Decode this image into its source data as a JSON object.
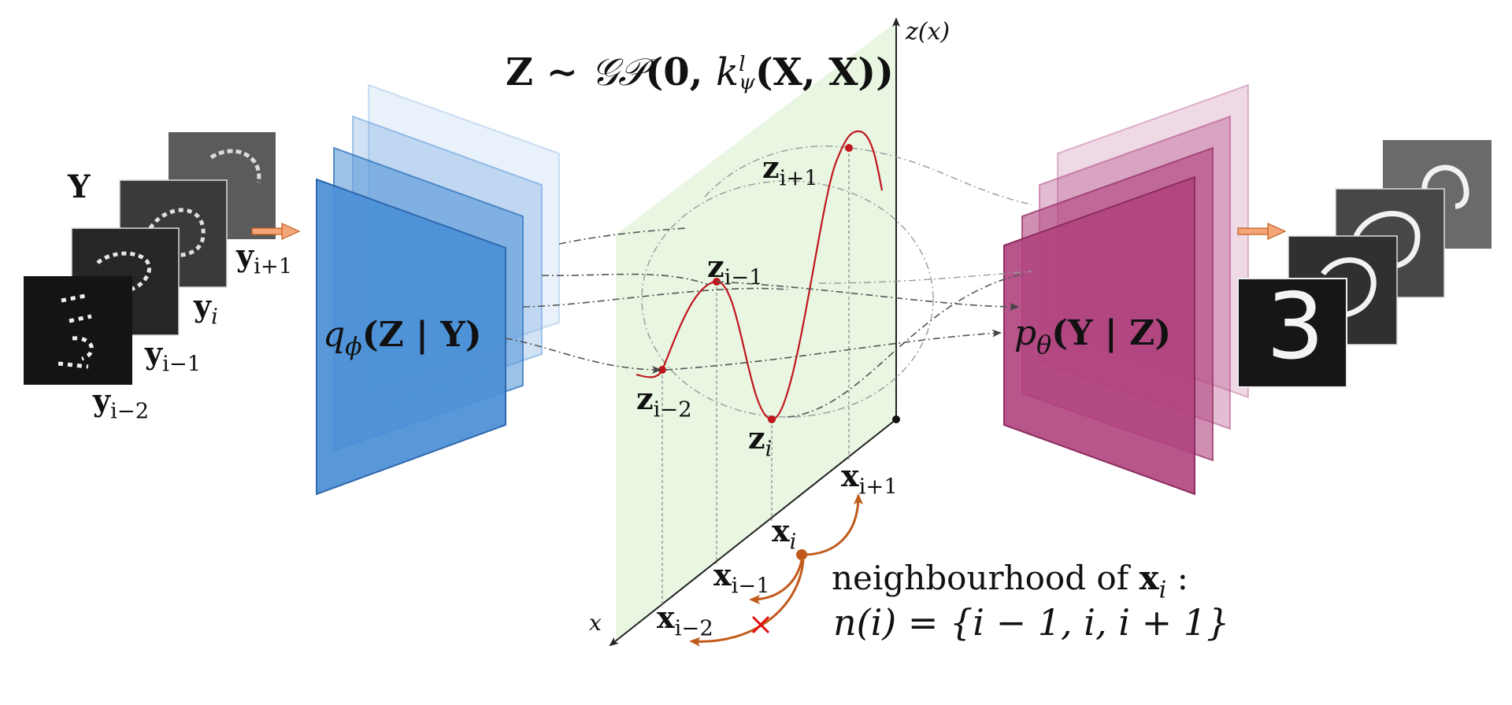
{
  "colors": {
    "encoder": "#4a8fd6",
    "decoder": "#b0427e",
    "latent_plane": "#e8f6e2",
    "curve": "#c0161c",
    "arrow_orange": "#c05a1a",
    "input_arrow": "#f08a5a"
  },
  "input": {
    "set_label": "Y",
    "frames": [
      {
        "base": "y",
        "sub": "i+1"
      },
      {
        "base": "y",
        "sub": "i"
      },
      {
        "base": "y",
        "sub": "i−1"
      },
      {
        "base": "y",
        "sub": "i−2"
      }
    ]
  },
  "encoder": {
    "func": "q",
    "func_sub": "ϕ",
    "args": "(Z | Y)"
  },
  "prior": {
    "lhs": "Z ∼ ",
    "gp": "𝒢𝒫",
    "open": "(0, ",
    "kernel": "k",
    "kernel_sup": "l",
    "kernel_sub": "ψ",
    "close": "(X, X))"
  },
  "axes": {
    "z_label": "z(x)",
    "x_label": "x"
  },
  "latents": [
    {
      "base": "z",
      "sub": "i+1"
    },
    {
      "base": "z",
      "sub": "i−1"
    },
    {
      "base": "z",
      "sub": "i−2"
    },
    {
      "base": "z",
      "sub": "i"
    }
  ],
  "inputs_x": [
    {
      "base": "x",
      "sub": "i+1"
    },
    {
      "base": "x",
      "sub": "i"
    },
    {
      "base": "x",
      "sub": "i−1"
    },
    {
      "base": "x",
      "sub": "i−2"
    }
  ],
  "decoder": {
    "func": "p",
    "func_sub": "θ",
    "args": "(Y | Z)"
  },
  "output_digit": "3",
  "neighbourhood": {
    "text": "neighbourhood of ",
    "var": "x",
    "var_sub": "i",
    "colon": " :",
    "def_lhs": "n(i)",
    "def_rhs": " = {i − 1, i, i + 1}"
  }
}
